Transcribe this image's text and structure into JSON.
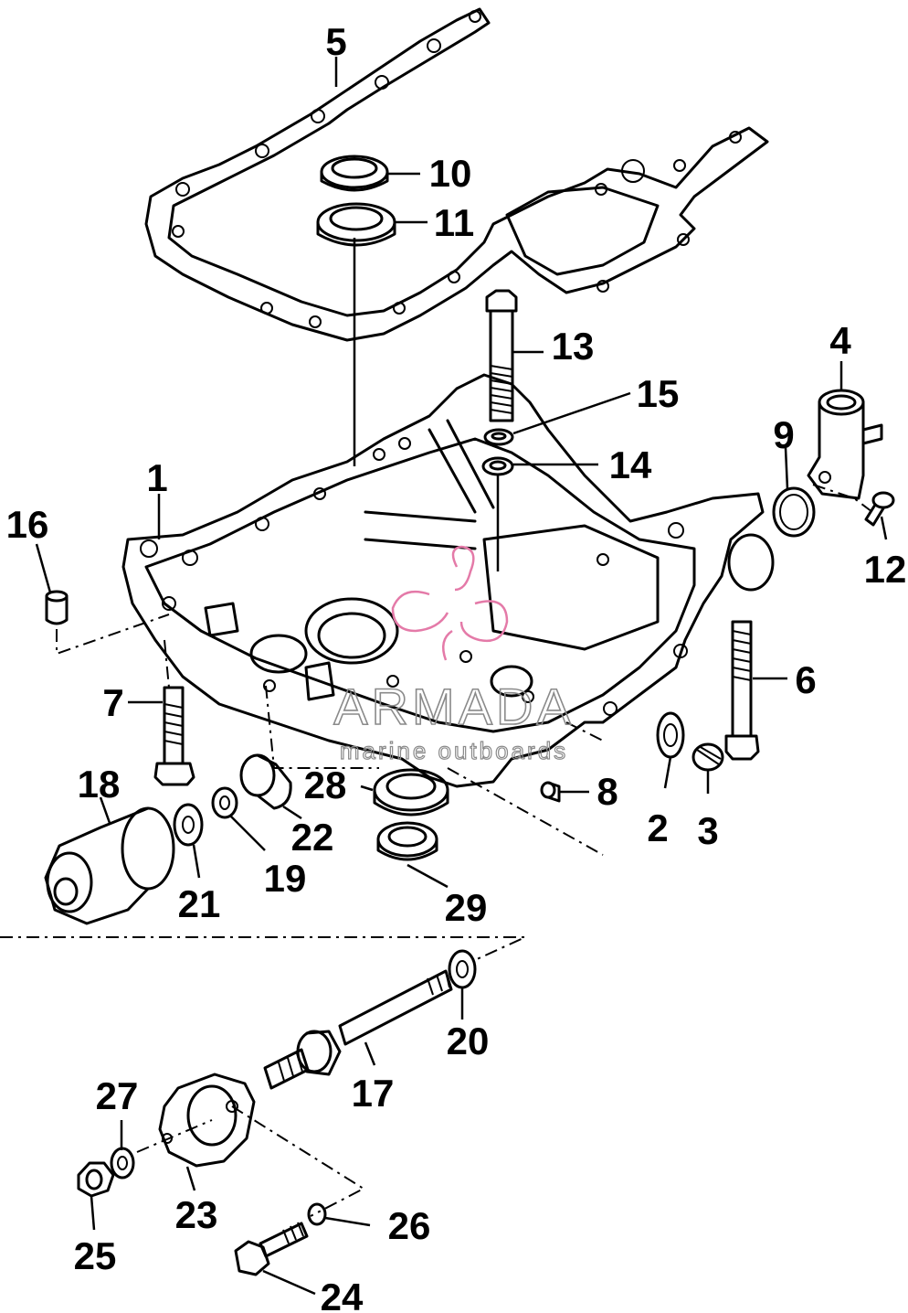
{
  "watermark": {
    "brand": "ARMADA",
    "tagline": "marine outboards",
    "logo_color": "#e47aa8"
  },
  "callouts": {
    "c1": "1",
    "c2": "2",
    "c3": "3",
    "c4": "4",
    "c5": "5",
    "c6": "6",
    "c7": "7",
    "c8": "8",
    "c9": "9",
    "c10": "10",
    "c11": "11",
    "c12": "12",
    "c13": "13",
    "c14": "14",
    "c15": "15",
    "c16": "16",
    "c17": "17",
    "c18": "18",
    "c19": "19",
    "c20": "20",
    "c21": "21",
    "c22": "22",
    "c23": "23",
    "c24": "24",
    "c25": "25",
    "c26": "26",
    "c27": "27",
    "c28": "28",
    "c29": "29"
  }
}
